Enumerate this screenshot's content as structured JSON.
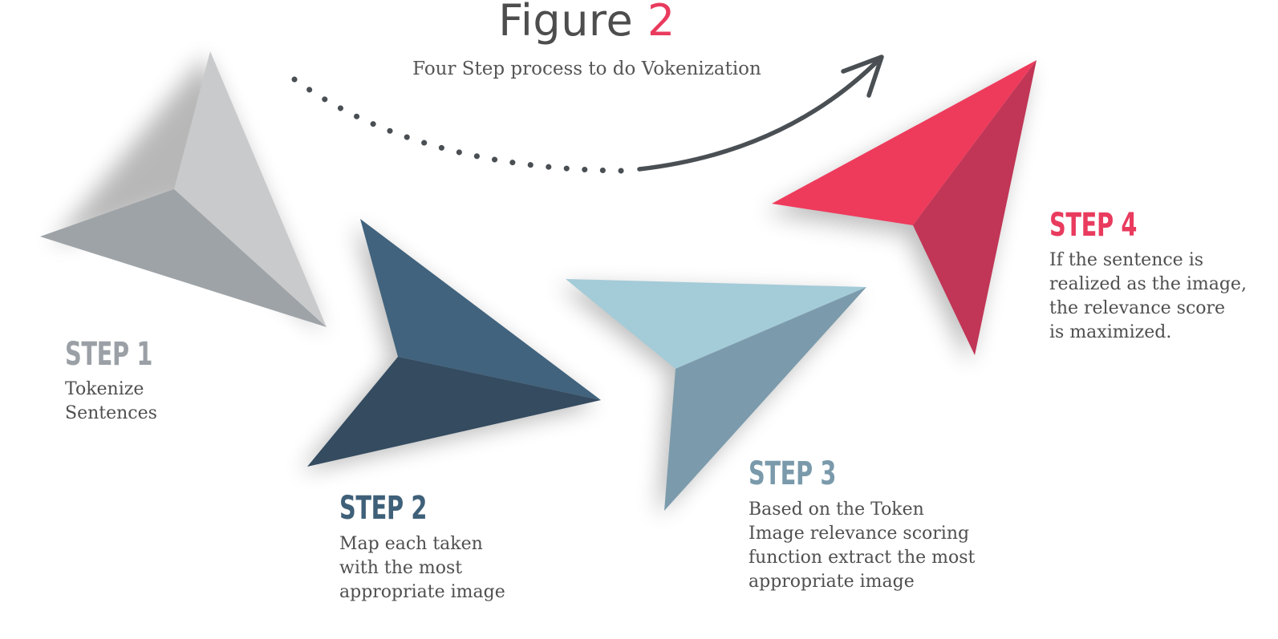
{
  "figure": {
    "title_word": "Figure",
    "title_number": "2",
    "subtitle": "Four Step process to do Vokenization"
  },
  "colors": {
    "accent": "#e93b5e",
    "title_text": "#4d4d4d",
    "body_text": "#4f4f4f",
    "step1": "#9aa0a5",
    "step2": "#3f6079",
    "step3": "#7a9aab",
    "step4": "#e93b5e"
  },
  "steps": [
    {
      "label": "STEP 1",
      "description": [
        "Tokenize",
        "Sentences"
      ]
    },
    {
      "label": "STEP 2",
      "description": [
        "Map each taken",
        "with the most",
        "appropriate image"
      ]
    },
    {
      "label": "STEP 3",
      "description": [
        "Based on the Token",
        "Image relevance scoring",
        "function extract the most",
        "appropriate image"
      ]
    },
    {
      "label": "STEP 4",
      "description": [
        "If the sentence is",
        "realized as the image,",
        "the relevance score",
        "is maximized."
      ]
    }
  ],
  "connector": {
    "icon": "curved-dotted-arrow-icon"
  },
  "step_icons": [
    "paper-plane-icon",
    "paper-plane-icon",
    "paper-plane-icon",
    "paper-plane-icon"
  ]
}
